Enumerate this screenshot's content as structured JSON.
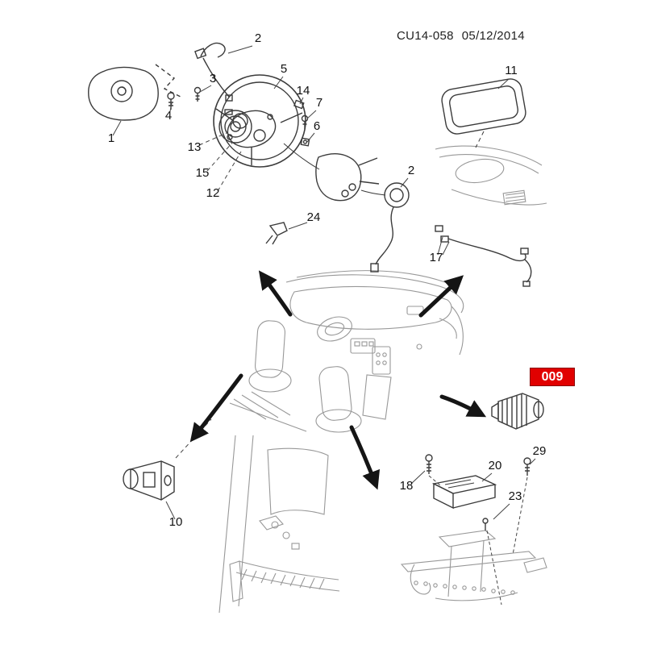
{
  "header": {
    "code": "CU14-058",
    "date": "05/12/2014"
  },
  "highlight": {
    "label": "009",
    "bg_color": "#e10000",
    "text_color": "#ffffff"
  },
  "colors": {
    "main_line": "#3b3b3b",
    "faint_line": "#989898",
    "arrow": "#151515",
    "callout_text": "#111111"
  },
  "icons": {
    "arrows": [
      "arrow-up-left",
      "arrow-up-right",
      "arrow-down-left",
      "arrow-right",
      "arrow-down-right"
    ]
  },
  "callouts": {
    "n1": "1",
    "n2a": "2",
    "n2b": "2",
    "n3": "3",
    "n4": "4",
    "n5": "5",
    "n6": "6",
    "n7": "7",
    "n10": "10",
    "n11": "11",
    "n12": "12",
    "n13": "13",
    "n14": "14",
    "n15": "15",
    "n17": "17",
    "n18": "18",
    "n20": "20",
    "n23": "23",
    "n24": "24",
    "n29": "29"
  }
}
